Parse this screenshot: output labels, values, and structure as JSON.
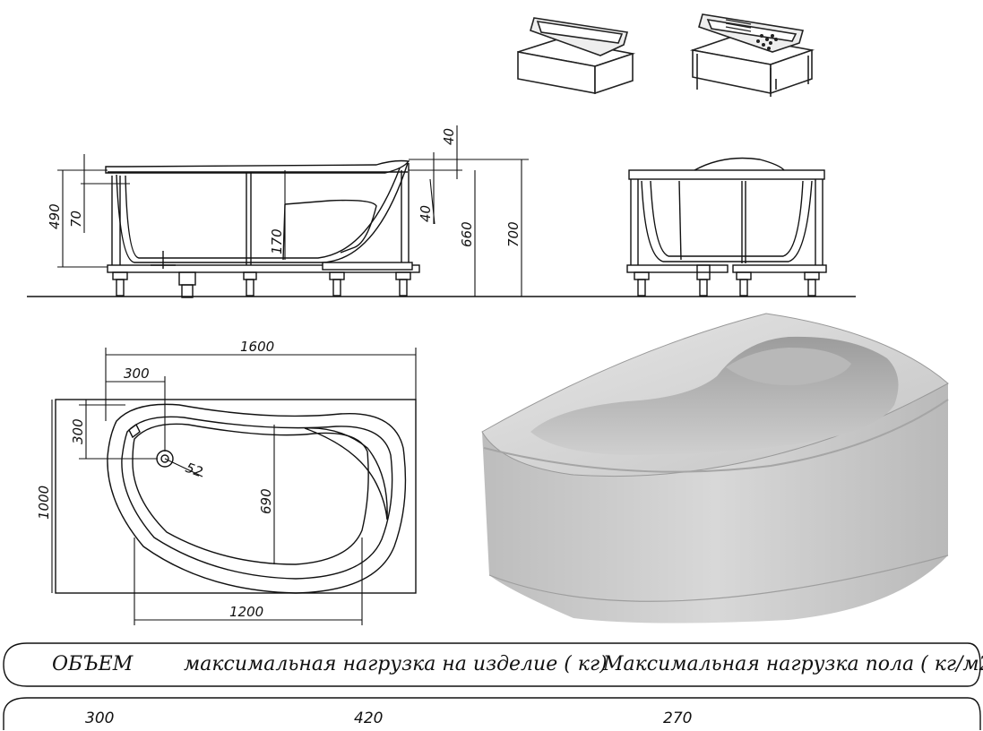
{
  "dimensions": {
    "side_view": {
      "rim_height": "490",
      "rim_depth": "70",
      "seat_depth": "170",
      "lip_top": "40",
      "lip_mid": "40",
      "overall_660": "660",
      "overall_700": "700"
    },
    "plan_view": {
      "length": "1600",
      "drain_offset_x": "300",
      "drain_offset_y": "300",
      "drain_diameter": "52",
      "width": "1000",
      "inner_width": "690",
      "inner_length": "1200"
    }
  },
  "specs_table": {
    "headers": [
      "ОБЪЕМ",
      "максимальная нагрузка на изделие ( кг)",
      "Максимальная нагрузка пола ( кг/м2)"
    ],
    "values": [
      "300",
      "420",
      "270"
    ]
  }
}
